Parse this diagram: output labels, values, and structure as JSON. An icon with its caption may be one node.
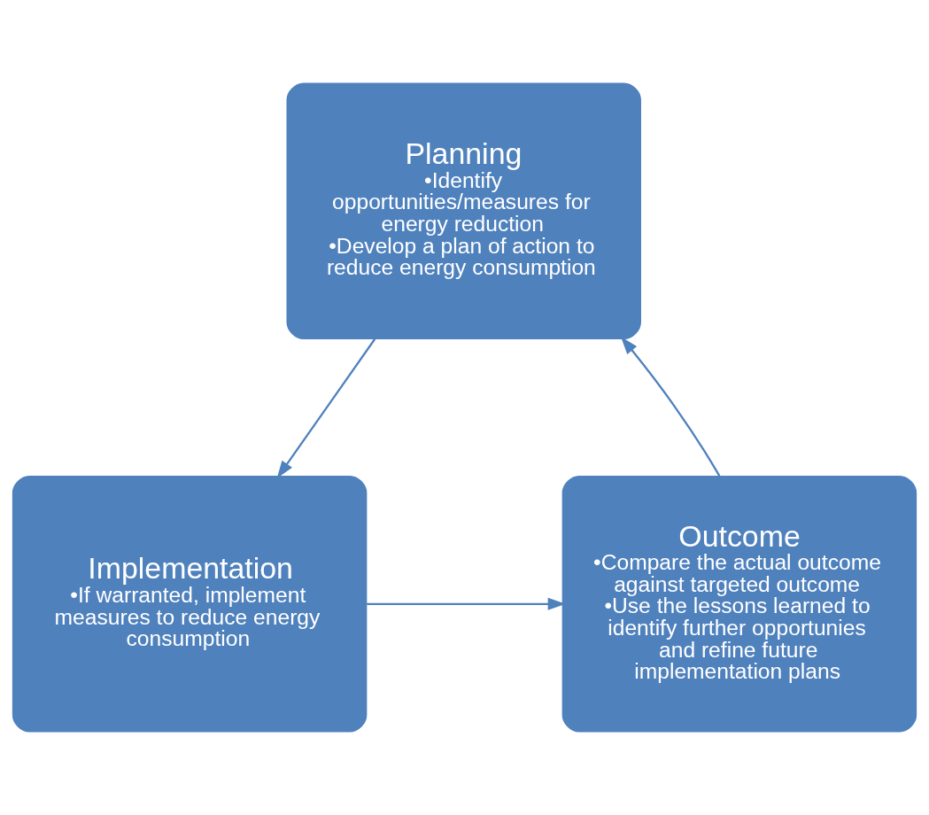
{
  "diagram": {
    "nodes": [
      {
        "text": [
          "Planning",
          "•Identify opportunities/measures for energy reduction",
          "•Develop a plan of action to reduce energy consumption"
        ]
      },
      {
        "text": [
          "Implementation",
          "•If warranted, implement measures to reduce energy consumption"
        ]
      },
      {
        "text": [
          "Outcome",
          "•Compare the actual outcome against targeted outcome",
          "•Use the lessons learned to identify further opportunies and refine future implementation plans"
        ]
      }
    ],
    "edges": [
      {
        "from": 0,
        "to": 1,
        "arrow": "to"
      },
      {
        "from": 1,
        "to": 2,
        "arrow": "to"
      },
      {
        "from": 2,
        "to": 0,
        "arrow": "to"
      }
    ]
  }
}
